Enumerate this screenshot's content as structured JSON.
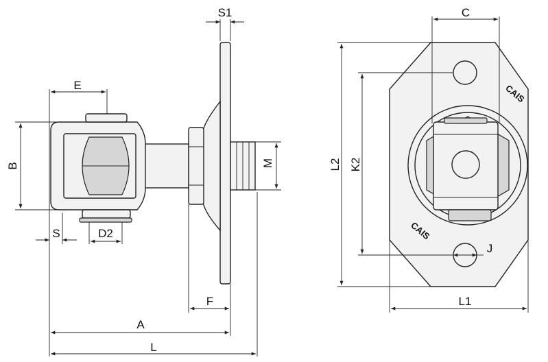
{
  "labels": {
    "S1": "S1",
    "E": "E",
    "B": "B",
    "M": "M",
    "S": "S",
    "D2": "D2",
    "F": "F",
    "A": "A",
    "L": "L",
    "C": "C",
    "L2": "L2",
    "K2": "K2",
    "J": "J",
    "L1": "L1"
  },
  "logo": {
    "brand": "CAIS"
  }
}
